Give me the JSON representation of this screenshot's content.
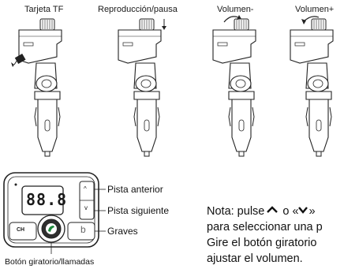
{
  "captions": {
    "tf_card": "Tarjeta TF",
    "play_pause": "Reproducción/pausa",
    "volume_down": "Volumen-",
    "volume_up": "Volumen+"
  },
  "device": {
    "display": "88.8",
    "ch_button": "CH",
    "up_symbol": "^",
    "down_symbol": "v",
    "bass_symbol": "b"
  },
  "callouts": {
    "previous_track": "Pista anterior",
    "next_track": "Pista siguiente",
    "bass": "Graves",
    "knob_calls": "Botón giratorio/llamadas"
  },
  "note": {
    "line1_a": "Nota: pulse",
    "line1_b": "o «",
    "line1_c": "»",
    "line2": "para seleccionar una p",
    "line3": "Gire el botón giratorio",
    "line4": "ajustar el volumen."
  }
}
